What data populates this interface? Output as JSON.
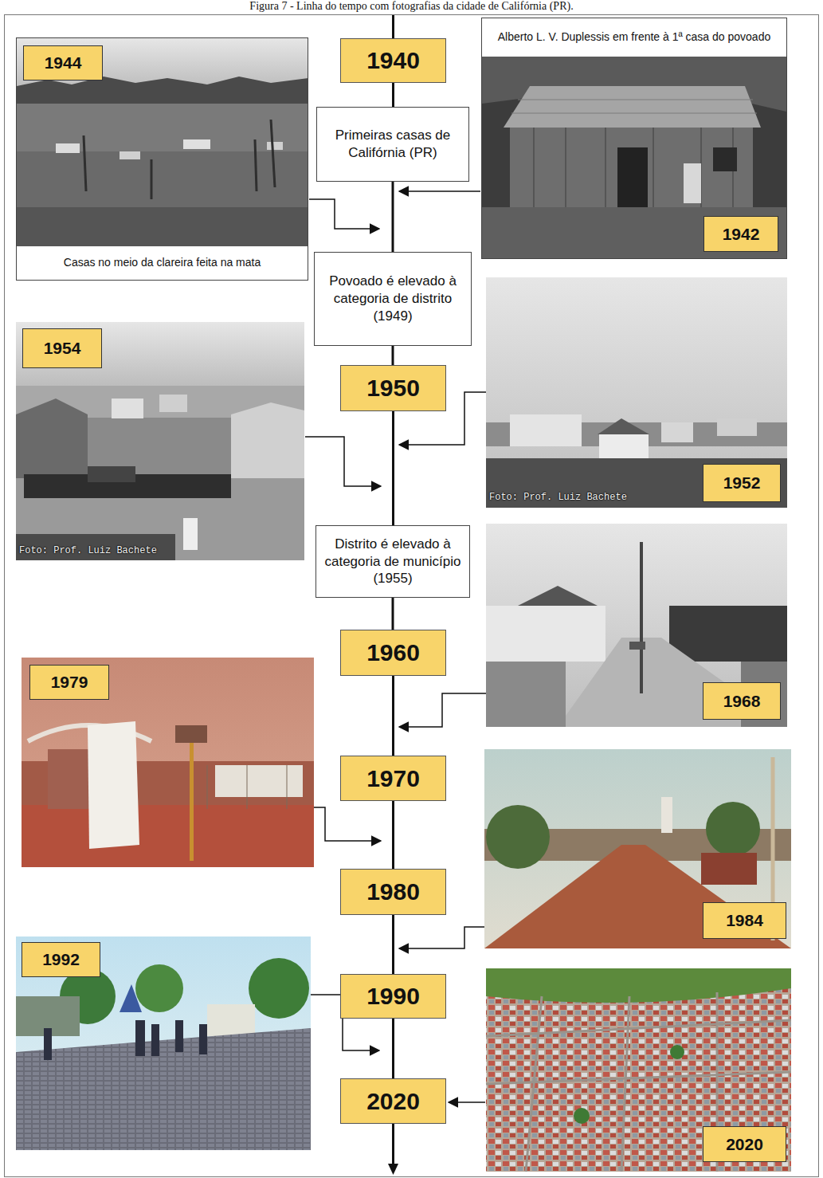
{
  "diagram": {
    "title": "Figura 7 - Linha do tempo com fotografias da cidade de Califórnia (PR).",
    "nodes": [
      {
        "text": [
          "Casas no meio da clareira feita na mata"
        ]
      },
      {
        "text": [
          "1944"
        ],
        "in": 0
      },
      {
        "text": [
          "1940"
        ]
      },
      {
        "text": [
          "Alberto L. V. Duplessis em frente à 1ª casa do povoado"
        ]
      },
      {
        "text": [
          "1942"
        ],
        "in": 3
      },
      {
        "text": [
          "Primeiras casas de Califórnia (PR)"
        ]
      },
      {
        "text": [
          "Povoado é elevado à categoria de distrito (1949)"
        ]
      },
      {
        "text": [
          "1954"
        ]
      },
      {
        "text": [
          "1950"
        ]
      },
      {
        "text": [
          "1952"
        ]
      },
      {
        "text": [
          "Distrito é elevado à categoria de município (1955)"
        ]
      },
      {
        "text": [
          "1960"
        ]
      },
      {
        "text": [
          "1968"
        ]
      },
      {
        "text": [
          "1979"
        ]
      },
      {
        "text": [
          "1970"
        ]
      },
      {
        "text": [
          "1984"
        ]
      },
      {
        "text": [
          "1980"
        ]
      },
      {
        "text": [
          "1992"
        ]
      },
      {
        "text": [
          "1990"
        ]
      },
      {
        "text": [
          "2020"
        ]
      },
      {
        "text": [
          "2020"
        ]
      }
    ],
    "edges": [
      {
        "from": 2,
        "to": 5,
        "arrow": "none"
      },
      {
        "from": 5,
        "to": 6,
        "arrow": "none"
      },
      {
        "from": 6,
        "to": 8,
        "arrow": "none"
      },
      {
        "from": 8,
        "to": 10,
        "arrow": "none"
      },
      {
        "from": 10,
        "to": 11,
        "arrow": "none"
      },
      {
        "from": 11,
        "to": 14,
        "arrow": "none"
      },
      {
        "from": 14,
        "to": 16,
        "arrow": "none"
      },
      {
        "from": 16,
        "to": 18,
        "arrow": "none"
      },
      {
        "from": 18,
        "to": 19,
        "arrow": "none"
      }
    ],
    "labels": [
      "Foto: Prof. Luiz Bachete",
      "Foto: Prof. Luiz Bachete"
    ]
  }
}
